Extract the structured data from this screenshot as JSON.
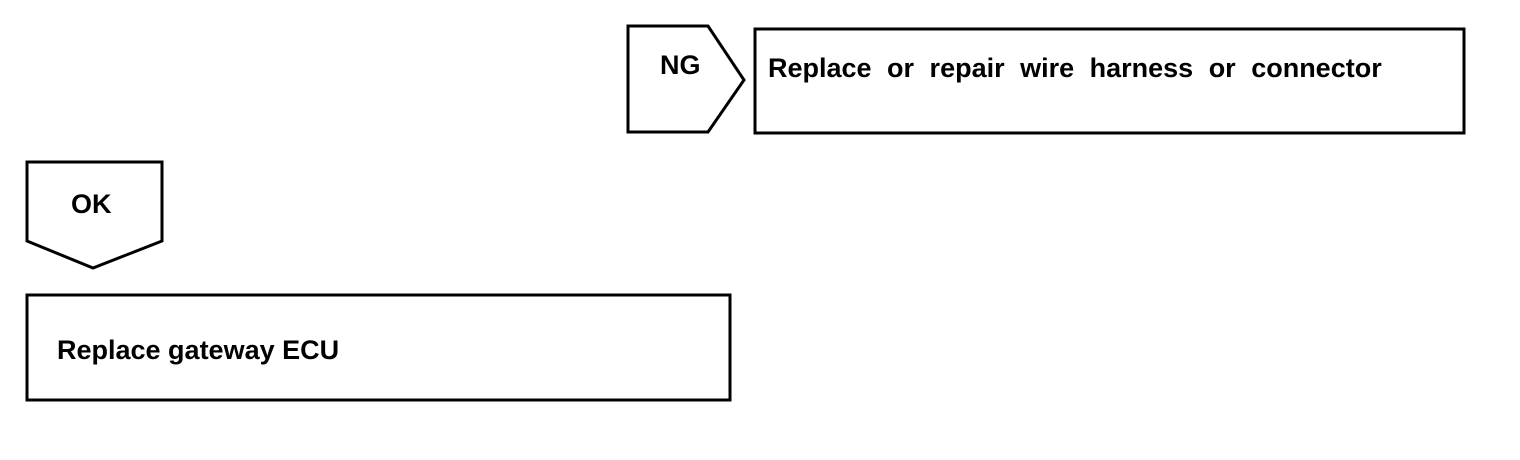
{
  "diagram": {
    "ng_tab": {
      "label": "NG"
    },
    "ok_tab": {
      "label": "OK"
    },
    "ng_result_box": {
      "text": "Replace or repair wire harness or connector"
    },
    "ok_result_box": {
      "text": "Replace gateway ECU"
    },
    "colors": {
      "stroke": "#000000",
      "background": "#ffffff",
      "text": "#000000"
    }
  }
}
